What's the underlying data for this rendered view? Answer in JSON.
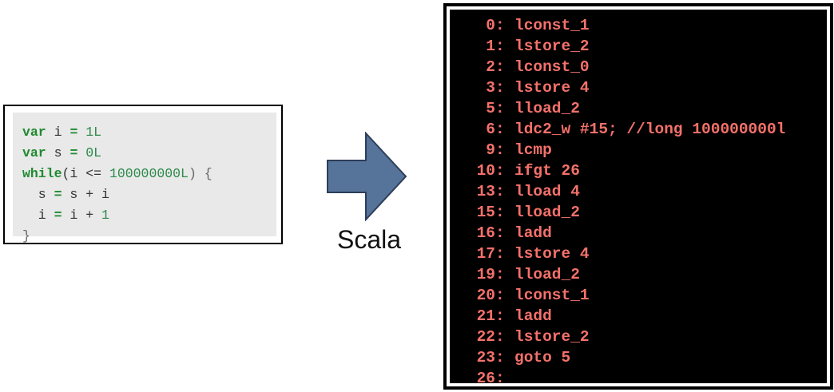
{
  "source": {
    "lines": [
      [
        {
          "t": "var",
          "c": "kw"
        },
        {
          "t": " i ",
          "c": "id"
        },
        {
          "t": "=",
          "c": "op"
        },
        {
          "t": " ",
          "c": "id"
        },
        {
          "t": "1L",
          "c": "num"
        }
      ],
      [
        {
          "t": "var",
          "c": "kw"
        },
        {
          "t": " s ",
          "c": "id"
        },
        {
          "t": "=",
          "c": "op"
        },
        {
          "t": " ",
          "c": "id"
        },
        {
          "t": "0L",
          "c": "num"
        }
      ],
      [
        {
          "t": "while",
          "c": "kw"
        },
        {
          "t": "(i <= ",
          "c": "id"
        },
        {
          "t": "100000000L",
          "c": "num"
        },
        {
          "t": ") {",
          "c": "pn"
        }
      ],
      [
        {
          "t": "  s ",
          "c": "id"
        },
        {
          "t": "=",
          "c": "op"
        },
        {
          "t": " s + i",
          "c": "id"
        }
      ],
      [
        {
          "t": "  i ",
          "c": "id"
        },
        {
          "t": "=",
          "c": "op"
        },
        {
          "t": " i + ",
          "c": "id"
        },
        {
          "t": "1",
          "c": "num"
        }
      ],
      [
        {
          "t": "}",
          "c": "pn"
        }
      ]
    ]
  },
  "arrow": {
    "label": "Scala",
    "color": "#56749a"
  },
  "bytecode": {
    "color": "#f4716b",
    "rows": [
      {
        "off": "0",
        "ins": "lconst_1"
      },
      {
        "off": "1",
        "ins": "lstore_2"
      },
      {
        "off": "2",
        "ins": "lconst_0"
      },
      {
        "off": "3",
        "ins": "lstore 4"
      },
      {
        "off": "5",
        "ins": "lload_2"
      },
      {
        "off": "6",
        "ins": "ldc2_w #15; //long 100000000l"
      },
      {
        "off": "9",
        "ins": "lcmp"
      },
      {
        "off": "10",
        "ins": "ifgt 26"
      },
      {
        "off": "13",
        "ins": "lload 4"
      },
      {
        "off": "15",
        "ins": "lload_2"
      },
      {
        "off": "16",
        "ins": "ladd"
      },
      {
        "off": "17",
        "ins": "lstore 4"
      },
      {
        "off": "19",
        "ins": "lload_2"
      },
      {
        "off": "20",
        "ins": "lconst_1"
      },
      {
        "off": "21",
        "ins": "ladd"
      },
      {
        "off": "22",
        "ins": "lstore_2"
      },
      {
        "off": "23",
        "ins": "goto 5"
      },
      {
        "off": "26",
        "ins": ""
      }
    ]
  }
}
